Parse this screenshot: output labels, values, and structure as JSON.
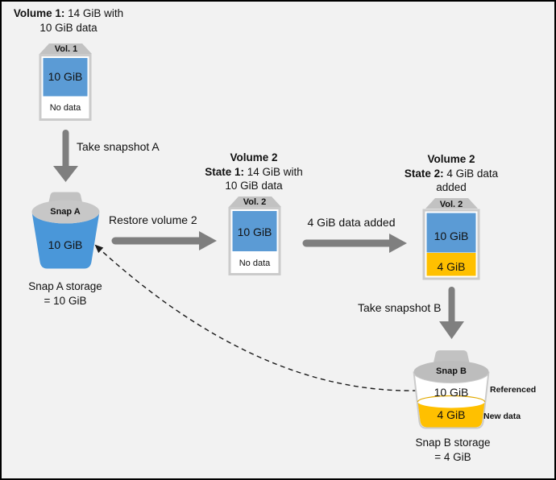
{
  "colors": {
    "background": "#f2f2f2",
    "volume_blue": "#5b9bd5",
    "bucket_blue": "#4a97d9",
    "orange": "#ffc000",
    "arrow_gray": "#7f7f7f",
    "cap_gray": "#c2c2c2",
    "lid_gray": "#c7c7c7",
    "lid_gray_b": "#bdbdbd",
    "outline_gray": "#cbcbcb",
    "dashed_line": "#1a1a1a"
  },
  "volume1": {
    "title_bold": "Volume 1:",
    "title_rest": " 14 GiB with",
    "title_line2": "10 GiB data",
    "cap": "Vol. 1",
    "data": "10 GiB",
    "empty": "No data"
  },
  "take_snapshot_a": {
    "label": "Take snapshot A"
  },
  "snap_a": {
    "name": "Snap A",
    "data": "10 GiB",
    "caption_line1": "Snap A storage",
    "caption_line2": "= 10 GiB"
  },
  "restore": {
    "label": "Restore volume 2"
  },
  "volume2_state1": {
    "title_line1": "Volume 2",
    "title_bold": "State 1:",
    "title_rest": " 14 GiB with",
    "title_line3": "10 GiB data",
    "cap": "Vol. 2",
    "data": "10 GiB",
    "empty": "No data"
  },
  "add_data": {
    "label": "4 GiB data added"
  },
  "volume2_state2": {
    "title_line1": "Volume 2",
    "title_bold": "State 2:",
    "title_rest": " 4 GiB data",
    "title_line3": "added",
    "cap": "Vol. 2",
    "data": "10 GiB",
    "added": "4 GiB"
  },
  "take_snapshot_b": {
    "label": "Take snapshot B"
  },
  "snap_b": {
    "name": "Snap B",
    "referenced": "10 GiB",
    "referenced_tag": "Referenced",
    "new_data": "4 GiB",
    "new_tag": "New data",
    "caption_line1": "Snap B storage",
    "caption_line2": "= 4 GiB"
  }
}
